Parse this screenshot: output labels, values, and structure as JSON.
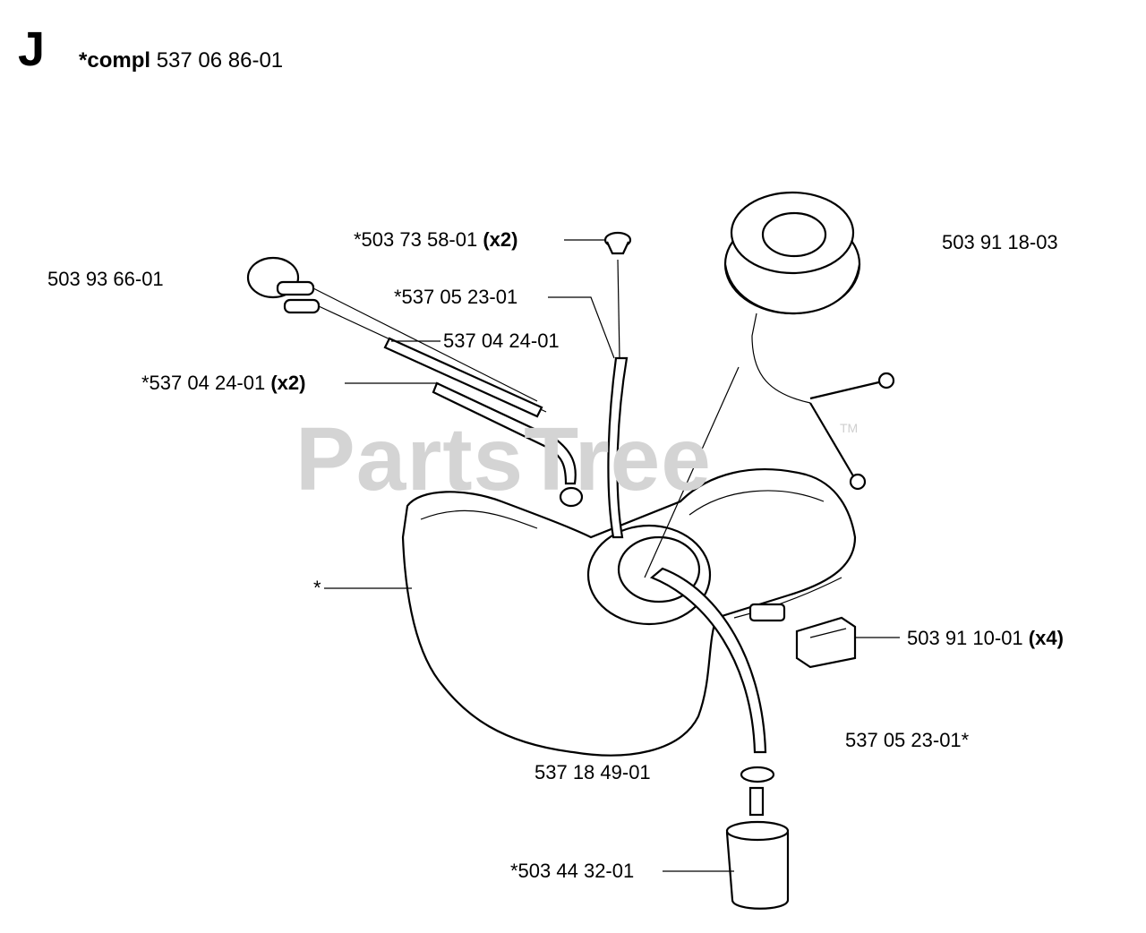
{
  "header": {
    "section_letter": "J",
    "compl_prefix": "*compl",
    "compl_number": "537 06 86-01"
  },
  "watermark": {
    "text": "PartsTree",
    "mark": "TM"
  },
  "labels": {
    "breather_valve": {
      "number": "*503 73 58-01",
      "qty": "(x2)"
    },
    "fuel_hose_center": {
      "number": "*537 05 23-01"
    },
    "primer_bulb": {
      "number": "503 93 66-01"
    },
    "hose_upper": {
      "number": "537 04 24-01"
    },
    "hose_lower": {
      "number": "*537 04 24-01",
      "qty": "(x2)"
    },
    "fuel_cap": {
      "number": "503 91 18-03"
    },
    "tank": {
      "number": "*"
    },
    "rubber_buffer": {
      "number": "503 91 10-01",
      "qty": "(x4)"
    },
    "fuel_hose_right": {
      "number": "537 05 23-01*"
    },
    "fuel_hose_bottom": {
      "number": "537 18 49-01"
    },
    "fuel_filter": {
      "number": "*503 44 32-01"
    }
  }
}
